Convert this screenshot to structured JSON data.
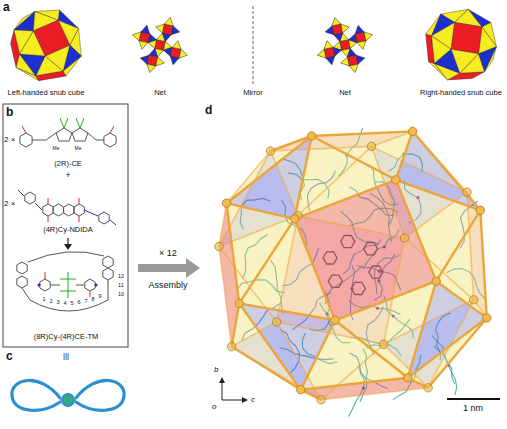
{
  "diagram": {
    "labels": [
      "a",
      "Left-handed snub cube",
      "Net",
      "Mirror",
      "Net",
      "Right-handed snub cube",
      "b",
      "2 ×",
      "Me",
      "Me",
      "(2R)-CE",
      "+",
      "2 ×",
      "(4R)Cy-NDIDA",
      "1",
      "2",
      "3",
      "4",
      "5",
      "6",
      "7",
      "8",
      "9",
      "10",
      "11",
      "12",
      "(8R)Cy-(4R)CE-TM",
      "|||",
      "c",
      "× 12",
      "Assembly",
      "d",
      "b",
      "o",
      "c",
      "1 nm"
    ]
  }
}
